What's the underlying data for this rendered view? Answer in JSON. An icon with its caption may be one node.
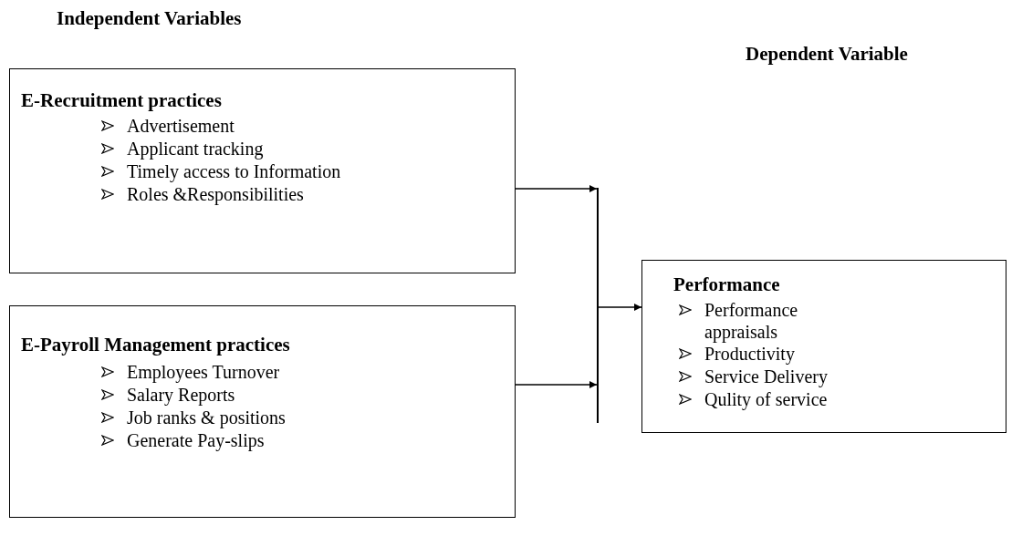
{
  "diagram": {
    "nodes": [
      {
        "text": [
          "E-Recruitment practices",
          "Advertisement",
          "Applicant tracking",
          "Timely access to Information",
          "Roles &Responsibilities"
        ]
      },
      {
        "text": [
          "E-Payroll Management practices",
          "Employees Turnover",
          "Salary Reports",
          "Job ranks & positions",
          "Generate Pay-slips"
        ]
      },
      {
        "text": [],
        "shape": "bar"
      },
      {
        "text": [
          "Performance",
          "Performance appraisals",
          "Productivity",
          "Service Delivery",
          "Qulity of service"
        ]
      }
    ],
    "edges": [
      {
        "from": 0,
        "to": 2,
        "arrow": "to"
      },
      {
        "from": 1,
        "to": 2,
        "arrow": "to"
      },
      {
        "from": 2,
        "to": 3,
        "arrow": "to"
      }
    ],
    "labels": [
      "Independent Variables",
      "Dependent Variable"
    ]
  }
}
